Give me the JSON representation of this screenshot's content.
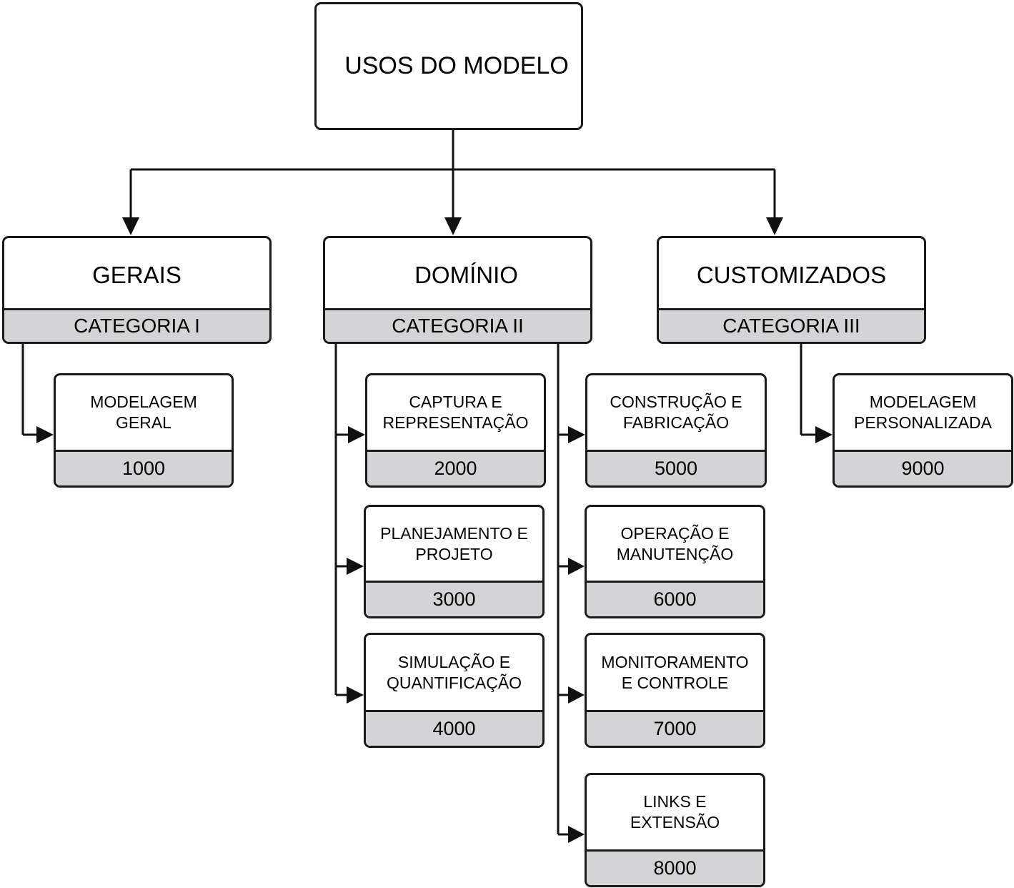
{
  "root": {
    "title": "USOS DO MODELO"
  },
  "categories": [
    {
      "name": "GERAIS",
      "label": "CATEGORIA I"
    },
    {
      "name": "DOMÍNIO",
      "label": "CATEGORIA II"
    },
    {
      "name": "CUSTOMIZADOS",
      "label": "CATEGORIA III"
    }
  ],
  "uses": [
    {
      "line1": "MODELAGEM",
      "line2": "GERAL",
      "code": "1000"
    },
    {
      "line1": "CAPTURA E",
      "line2": "REPRESENTAÇÃO",
      "code": "2000"
    },
    {
      "line1": "PLANEJAMENTO E",
      "line2": "PROJETO",
      "code": "3000"
    },
    {
      "line1": "SIMULAÇÃO E",
      "line2": "QUANTIFICAÇÃO",
      "code": "4000"
    },
    {
      "line1": "CONSTRUÇÃO E",
      "line2": "FABRICAÇÃO",
      "code": "5000"
    },
    {
      "line1": "OPERAÇÃO E",
      "line2": "MANUTENÇÃO",
      "code": "6000"
    },
    {
      "line1": "MONITORAMENTO",
      "line2": "E CONTROLE",
      "code": "7000"
    },
    {
      "line1": "LINKS E",
      "line2": "EXTENSÃO",
      "code": "8000"
    },
    {
      "line1": "MODELAGEM",
      "line2": "PERSONALIZADA",
      "code": "9000"
    }
  ]
}
